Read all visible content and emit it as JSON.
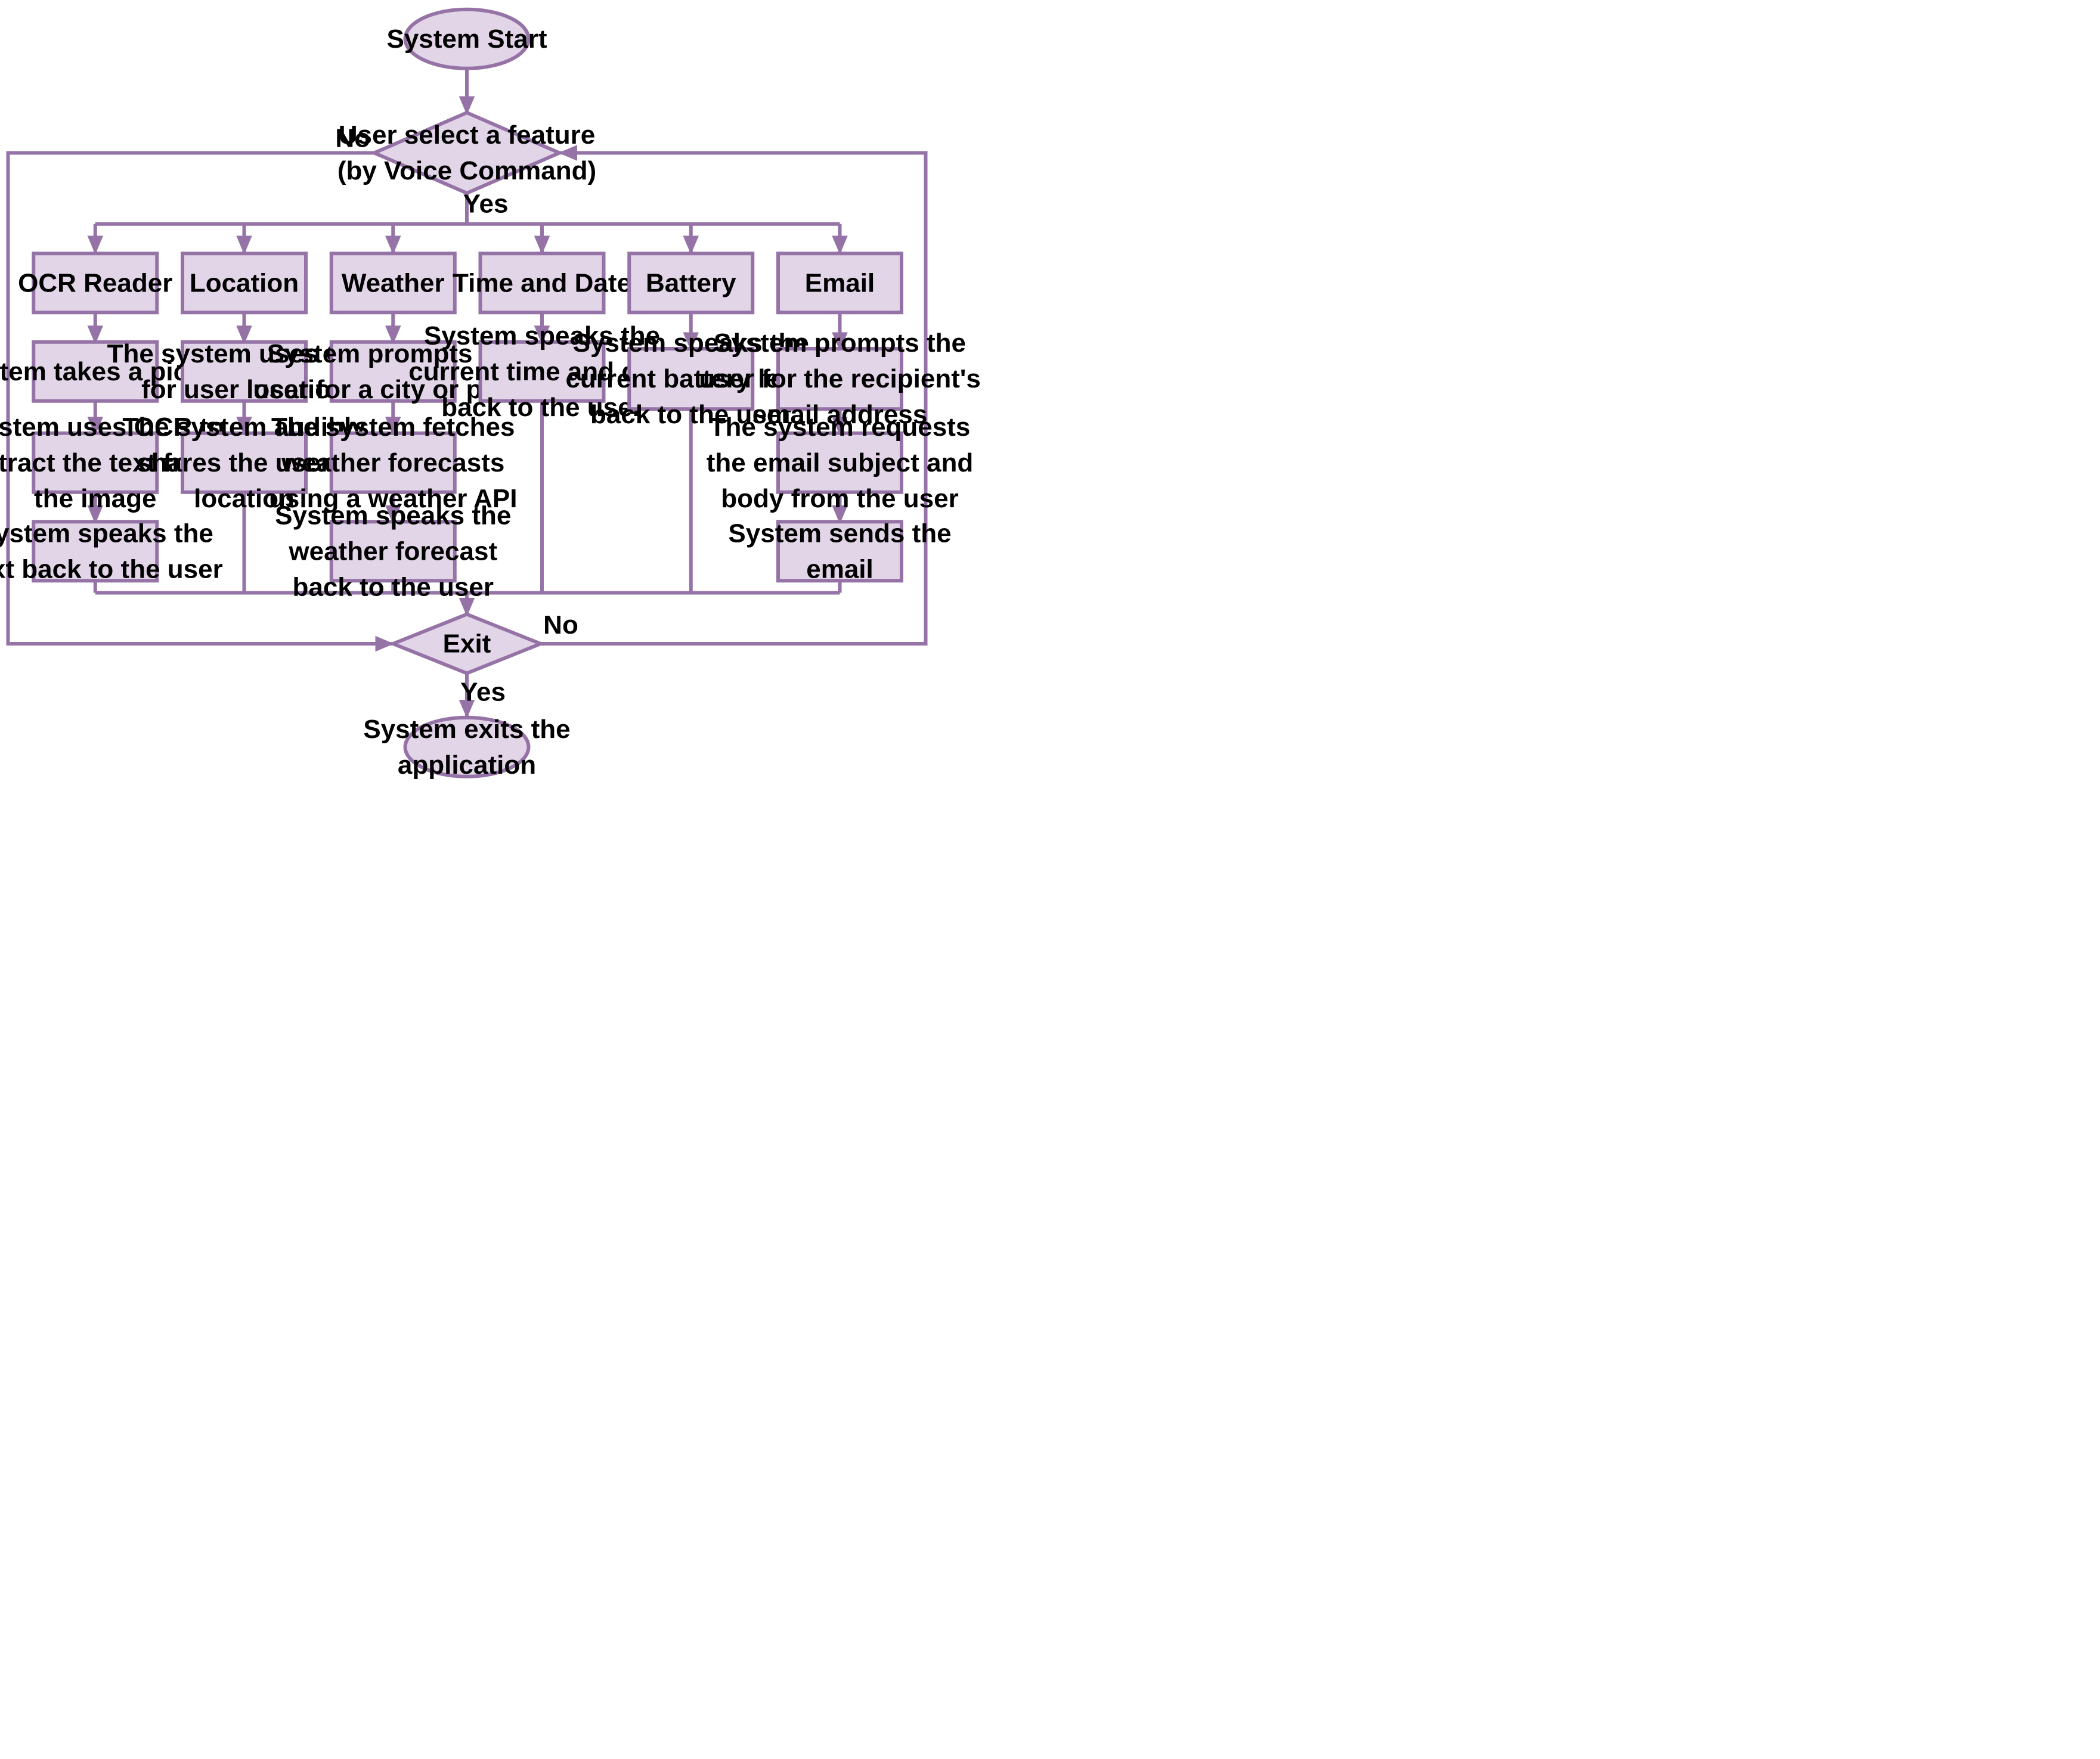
{
  "colors": {
    "fill": "#e1d5e7",
    "stroke": "#9673a6",
    "text": "#000000"
  },
  "start": {
    "text": "System Start"
  },
  "decision_feature": {
    "line1": "User select a feature",
    "line2": "(by Voice Command)"
  },
  "labels": {
    "no_left": "No",
    "yes_top": "Yes",
    "no_right": "No",
    "yes_bottom": "Yes"
  },
  "features": {
    "ocr": {
      "title": "OCR Reader",
      "s1": [
        "System takes a picture"
      ],
      "s2": [
        "System uses OCR to",
        "extract the text from",
        "the image"
      ],
      "s3": [
        "System speaks the",
        "text back to the user"
      ]
    },
    "location": {
      "title": "Location",
      "s1": [
        "The system uses GPS",
        "for user location"
      ],
      "s2": [
        "The system audibly",
        "shares the user's",
        "location"
      ]
    },
    "weather": {
      "title": "Weather",
      "s1": [
        "System prompts the",
        "user for a city or place"
      ],
      "s2": [
        "The system fetches",
        "weather forecasts",
        "using a weather API"
      ],
      "s3": [
        "System speaks the",
        "weather forecast",
        "back to the user"
      ]
    },
    "time": {
      "title": "Time and Date",
      "s1": [
        "System speaks the",
        "current time and date",
        "back to the user"
      ]
    },
    "battery": {
      "title": "Battery",
      "s1": [
        "System speaks the",
        "current battery level",
        "back to the user"
      ]
    },
    "email": {
      "title": "Email",
      "s1": [
        "System prompts the",
        "user for the recipient's",
        "email address"
      ],
      "s2": [
        "The system requests",
        "the email subject and",
        "body from the user"
      ],
      "s3": [
        "System sends the",
        "email"
      ]
    }
  },
  "decision_exit": {
    "text": "Exit"
  },
  "end": {
    "line1": "System exits the",
    "line2": "application"
  }
}
